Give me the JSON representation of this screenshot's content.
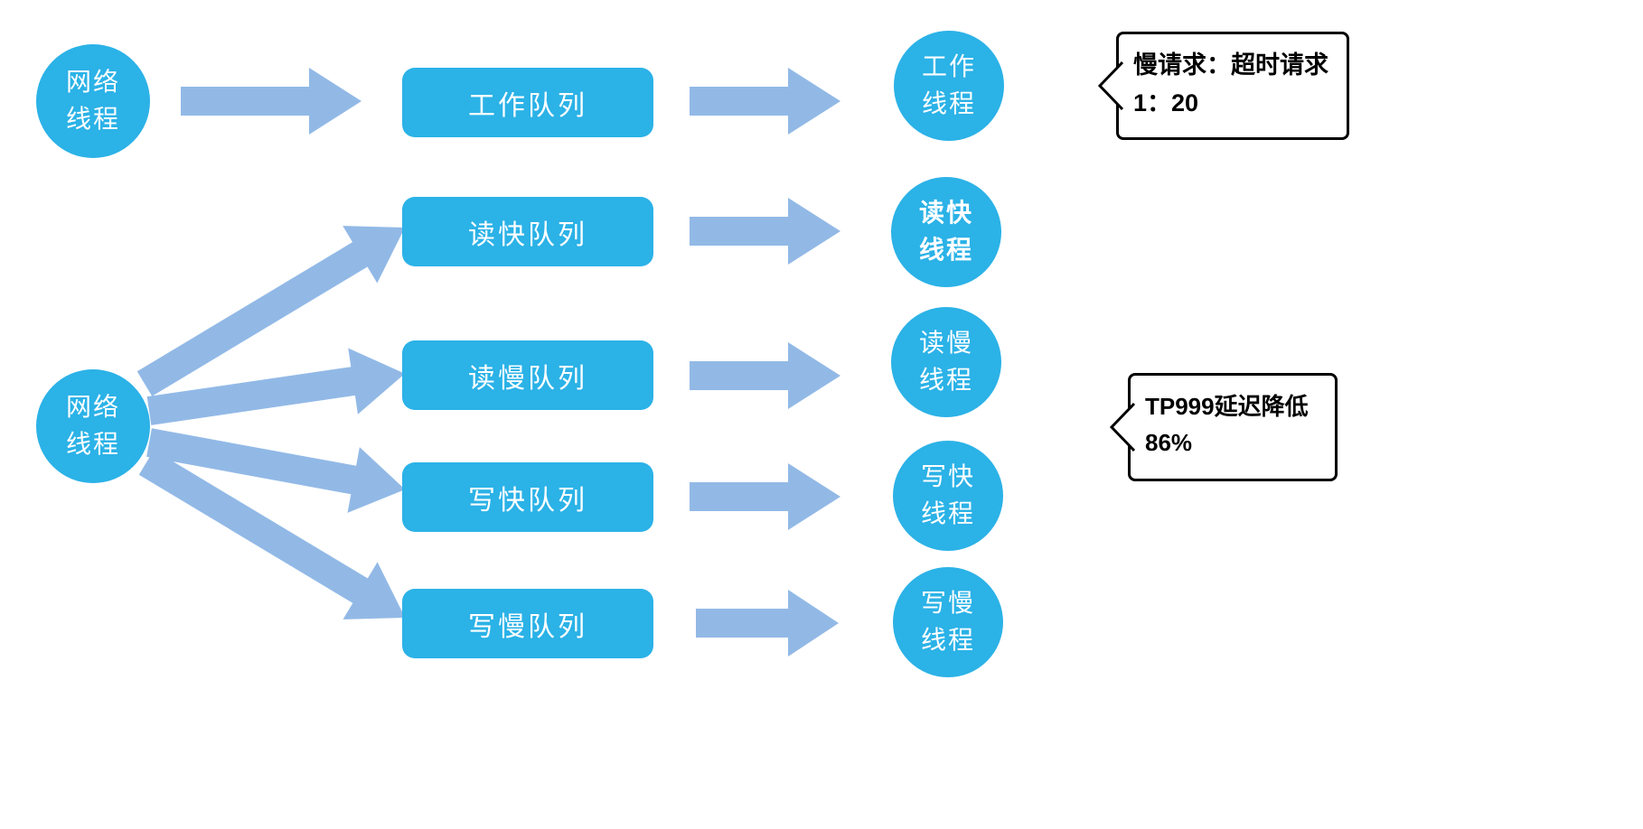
{
  "diagram_title": "request-queue-threading-diagram",
  "colors": {
    "node": "#2bb2e7",
    "arrow": "#92b9e6",
    "callout_border": "#000000",
    "node_text": "#ffffff"
  },
  "top_flow": {
    "source": {
      "line1": "网络",
      "line2": "线程"
    },
    "queue": "工作队列",
    "thread": {
      "line1": "工作",
      "line2": "线程"
    }
  },
  "fanout": {
    "source": {
      "line1": "网络",
      "line2": "线程"
    },
    "rows": [
      {
        "queue": "读快队列",
        "thread": {
          "line1": "读快",
          "line2": "线程"
        }
      },
      {
        "queue": "读慢队列",
        "thread": {
          "line1": "读慢",
          "line2": "线程"
        }
      },
      {
        "queue": "写快队列",
        "thread": {
          "line1": "写快",
          "line2": "线程"
        }
      },
      {
        "queue": "写慢队列",
        "thread": {
          "line1": "写慢",
          "line2": "线程"
        }
      }
    ]
  },
  "callouts": [
    {
      "line1": "慢请求：超时请求",
      "line2": "1：20"
    },
    {
      "line1": "TP999延迟降低",
      "line2": "86%"
    }
  ]
}
